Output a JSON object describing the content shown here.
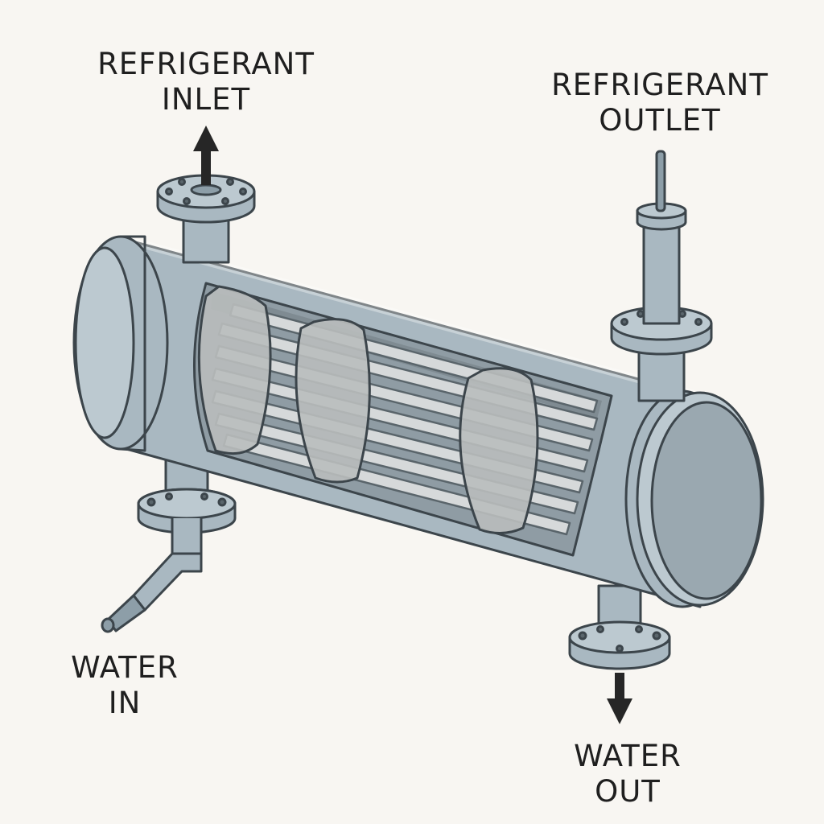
{
  "labels": {
    "refrigerant_inlet": [
      "REFRIGERANT",
      "INLET"
    ],
    "refrigerant_outlet": [
      "REFRIGERANT",
      "OUTLET"
    ],
    "water_in": [
      "WATER",
      "IN"
    ],
    "water_out": [
      "WATER",
      "OUT"
    ]
  },
  "colors": {
    "background": "#f8f6f2",
    "shell": "#a9b8c1",
    "shell_light": "#bcc9d0",
    "shell_dark": "#8d9ea8",
    "interior": "#8f9ca4",
    "tubes": "#d6d9da",
    "baffles": "#b9bcbd",
    "outline": "#3c454b",
    "arrow": "#262626"
  },
  "icons": [
    "arrow-up-icon",
    "arrow-down-icon"
  ]
}
